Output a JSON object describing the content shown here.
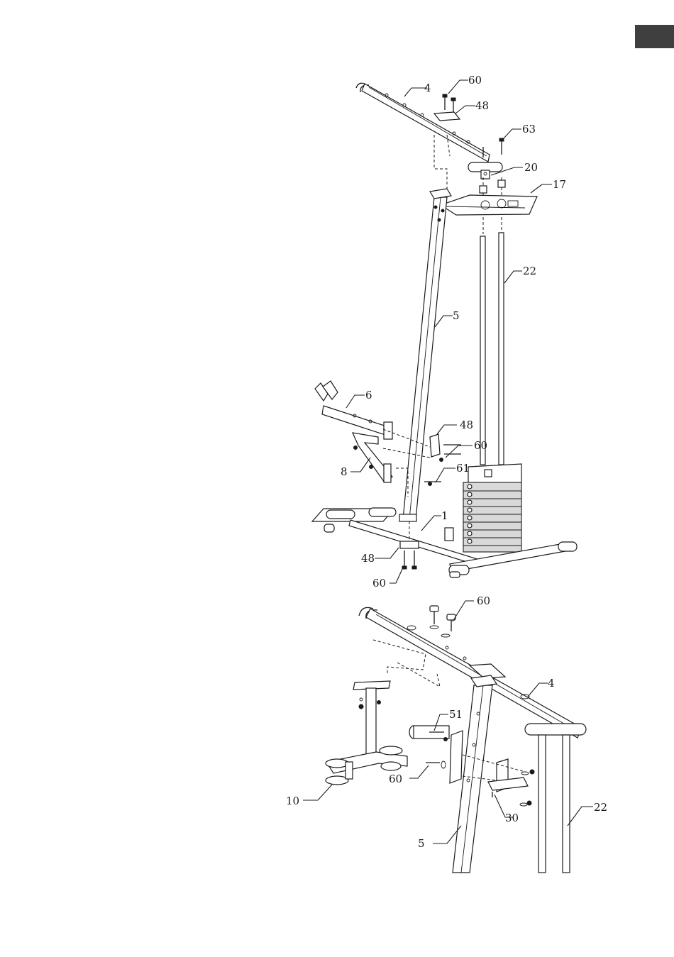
{
  "colors": {
    "tab": "#3f3f3f",
    "ink": "#1a1a1a",
    "paper": "#ffffff"
  },
  "top_diagram": {
    "callouts": [
      "4",
      "60",
      "48",
      "63",
      "20",
      "17",
      "22",
      "5",
      "6",
      "48",
      "60",
      "8",
      "61",
      "1",
      "48",
      "60"
    ]
  },
  "bottom_diagram": {
    "callouts": [
      "60",
      "4",
      "51",
      "60",
      "10",
      "30",
      "22",
      "5"
    ]
  }
}
